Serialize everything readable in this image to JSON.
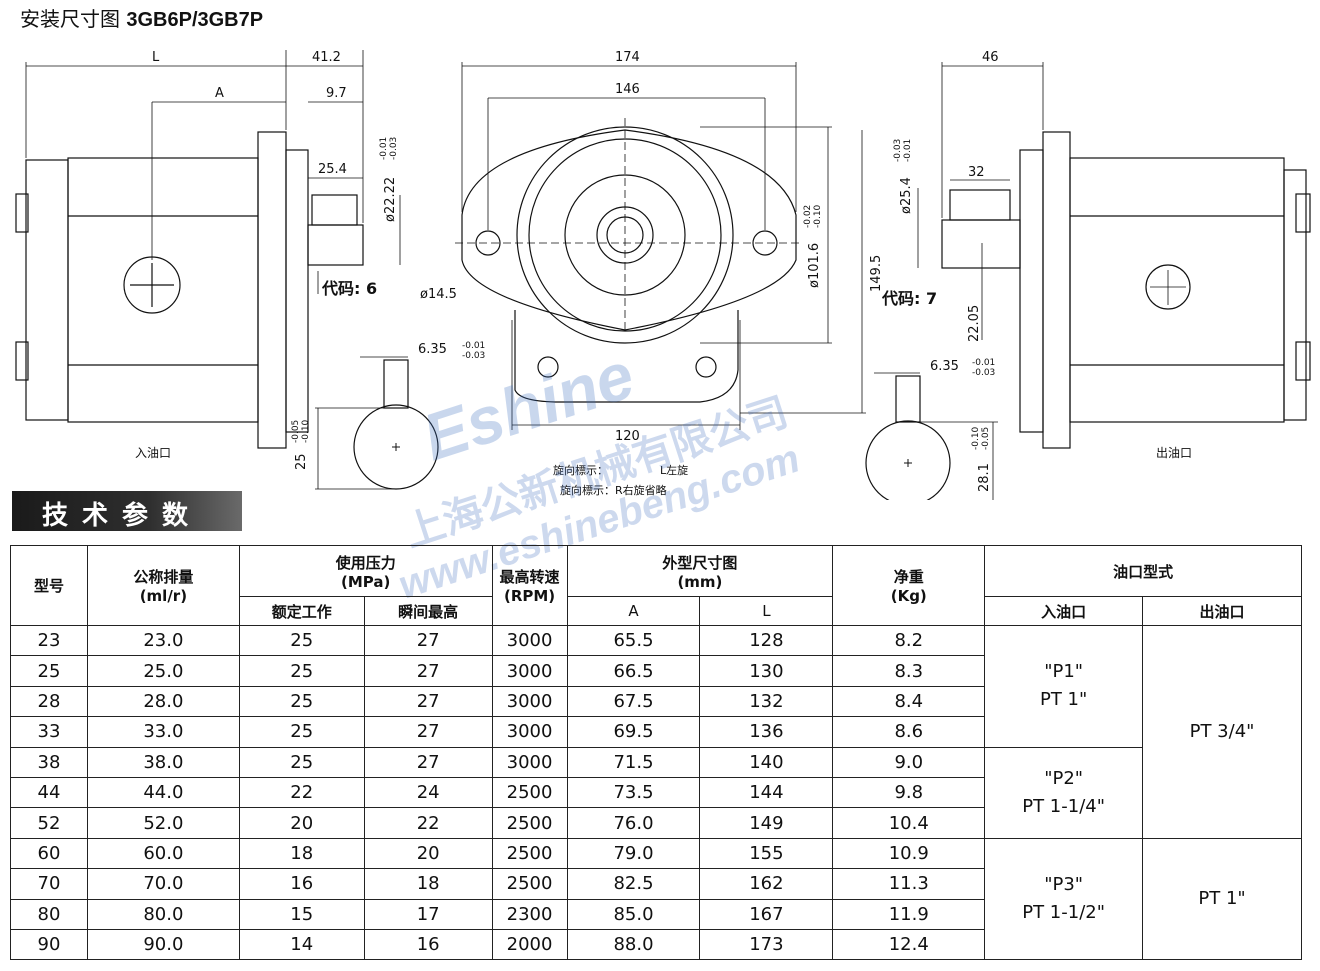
{
  "header": {
    "title_cn": "安装尺寸图",
    "title_model": "3GB6P/3GB7P"
  },
  "drawing": {
    "left_view": {
      "dim_L": "L",
      "dim_A": "A",
      "dim_41_2": "41.2",
      "dim_9_7": "9.7",
      "dim_25_4": "25.4",
      "dim_shaft": "ø22.22",
      "tol_shaft_top": "-0.01",
      "tol_shaft_bot": "-0.03",
      "code": "代码: 6",
      "port_label": "入油口",
      "key_width": "6.35",
      "key_tol_top": "-0.01",
      "key_tol_bot": "-0.03",
      "key_depth": "25",
      "key_depth_tol_top": "-0.05",
      "key_depth_tol_bot": "-0.10"
    },
    "center_view": {
      "dim_174": "174",
      "dim_146": "146",
      "dim_bolt": "ø14.5",
      "dim_pilot": "ø101.6",
      "pilot_tol_top": "-0.02",
      "pilot_tol_bot": "-0.10",
      "dim_149_5": "149.5",
      "dim_120": "120",
      "rot_line1": "旋向標示：",
      "rot_line1_b": "L左旋",
      "rot_line2": "旋向標示：R右旋省略"
    },
    "right_view": {
      "dim_46": "46",
      "dim_32": "32",
      "dim_shaft": "ø25.4",
      "tol_shaft_top": "-0.03",
      "tol_shaft_bot": "-0.01",
      "code": "代码: 7",
      "dim_22_05": "22.05",
      "port_label": "出油口",
      "key_width": "6.35",
      "key_tol_top": "-0.01",
      "key_tol_bot": "-0.03",
      "key_depth": "28.1",
      "key_depth_tol_top": "-0.10",
      "key_depth_tol_bot": "-0.05"
    },
    "watermark": {
      "brand": "Eshine",
      "company": "上海公新机械有限公司",
      "url": "www.eshinebeng.com"
    }
  },
  "section": {
    "title": "技术参数"
  },
  "table": {
    "headers": {
      "model": "型号",
      "displacement": "公称排量",
      "displacement_unit": "(ml/r)",
      "pressure": "使用压力",
      "pressure_unit": "(MPa)",
      "rated": "额定工作",
      "peak": "瞬间最高",
      "speed": "最高转速",
      "speed_unit": "(RPM)",
      "dims": "外型尺寸图",
      "dims_unit": "(mm)",
      "dim_a": "A",
      "dim_l": "L",
      "weight": "净重",
      "weight_unit": "(Kg)",
      "ports": "油口型式",
      "inlet": "入油口",
      "outlet": "出油口"
    },
    "rows": [
      [
        "23",
        "23.0",
        "25",
        "27",
        "3000",
        "65.5",
        "128",
        "8.2"
      ],
      [
        "25",
        "25.0",
        "25",
        "27",
        "3000",
        "66.5",
        "130",
        "8.3"
      ],
      [
        "28",
        "28.0",
        "25",
        "27",
        "3000",
        "67.5",
        "132",
        "8.4"
      ],
      [
        "33",
        "33.0",
        "25",
        "27",
        "3000",
        "69.5",
        "136",
        "8.6"
      ],
      [
        "38",
        "38.0",
        "25",
        "27",
        "3000",
        "71.5",
        "140",
        "9.0"
      ],
      [
        "44",
        "44.0",
        "22",
        "24",
        "2500",
        "73.5",
        "144",
        "9.8"
      ],
      [
        "52",
        "52.0",
        "20",
        "22",
        "2500",
        "76.0",
        "149",
        "10.4"
      ],
      [
        "60",
        "60.0",
        "18",
        "20",
        "2500",
        "79.0",
        "155",
        "10.9"
      ],
      [
        "70",
        "70.0",
        "16",
        "18",
        "2500",
        "82.5",
        "162",
        "11.3"
      ],
      [
        "80",
        "80.0",
        "15",
        "17",
        "2300",
        "85.0",
        "167",
        "11.9"
      ],
      [
        "90",
        "90.0",
        "14",
        "16",
        "2000",
        "88.0",
        "173",
        "12.4"
      ]
    ],
    "inlet_groups": [
      {
        "code": "\"P1\"",
        "size": "PT 1\""
      },
      {
        "code": "\"P2\"",
        "size": "PT 1-1/4\""
      },
      {
        "code": "\"P3\"",
        "size": "PT 1-1/2\""
      }
    ],
    "outlet_groups": [
      {
        "size": "PT 3/4\""
      },
      {
        "size": "PT 1\""
      }
    ]
  }
}
